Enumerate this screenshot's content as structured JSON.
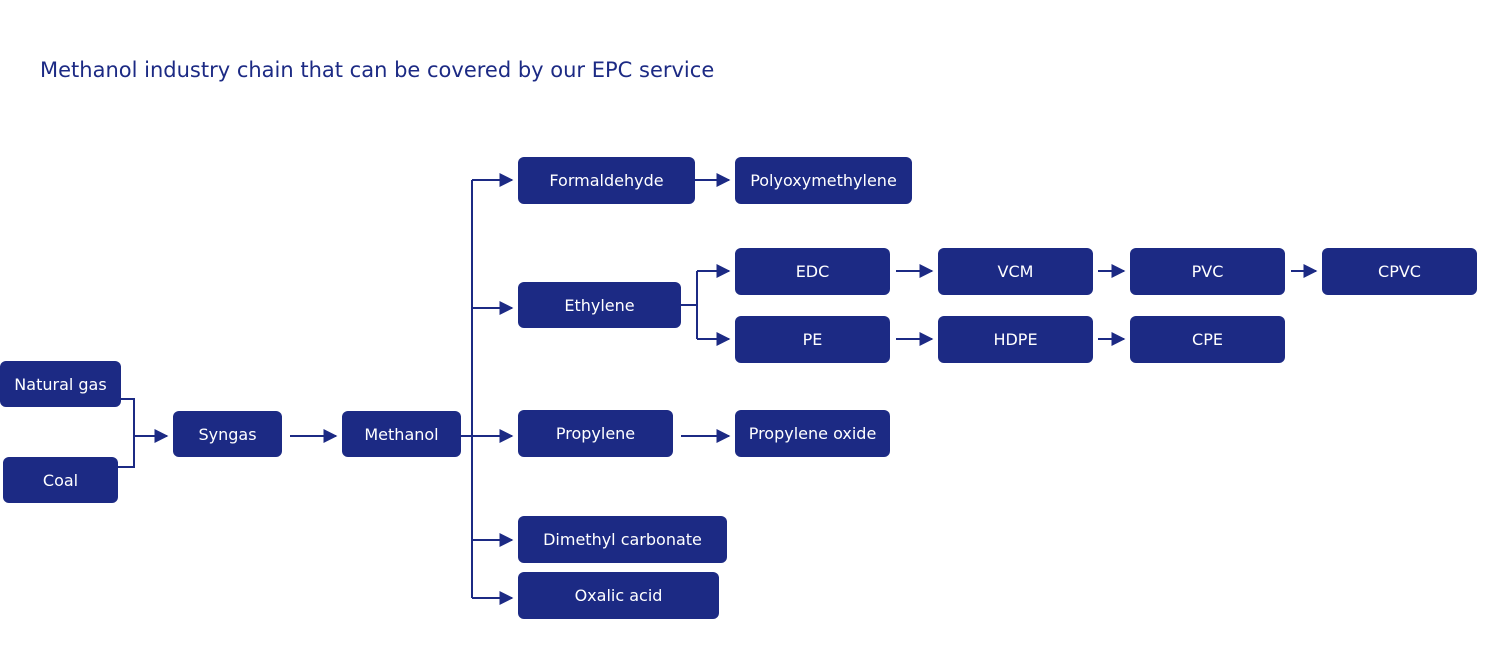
{
  "title": "Methanol industry chain that can be covered by our EPC service",
  "colors": {
    "primary": "#1c2a84",
    "text_on_primary": "#ffffff",
    "background": "#ffffff"
  },
  "nodes": {
    "natural_gas": "Natural gas",
    "coal": "Coal",
    "syngas": "Syngas",
    "methanol": "Methanol",
    "formaldehyde": "Formaldehyde",
    "polyoxymethylene": "Polyoxymethylene",
    "ethylene": "Ethylene",
    "edc": "EDC",
    "vcm": "VCM",
    "pvc": "PVC",
    "cpvc": "CPVC",
    "pe": "PE",
    "hdpe": "HDPE",
    "cpe": "CPE",
    "propylene": "Propylene",
    "propylene_oxide": "Propylene oxide",
    "dimethyl_carbonate": "Dimethyl carbonate",
    "oxalic_acid": "Oxalic acid"
  },
  "edges": [
    [
      "natural_gas",
      "syngas"
    ],
    [
      "coal",
      "syngas"
    ],
    [
      "syngas",
      "methanol"
    ],
    [
      "methanol",
      "formaldehyde"
    ],
    [
      "methanol",
      "ethylene"
    ],
    [
      "methanol",
      "propylene"
    ],
    [
      "methanol",
      "dimethyl_carbonate"
    ],
    [
      "methanol",
      "oxalic_acid"
    ],
    [
      "formaldehyde",
      "polyoxymethylene"
    ],
    [
      "ethylene",
      "edc"
    ],
    [
      "ethylene",
      "pe"
    ],
    [
      "edc",
      "vcm"
    ],
    [
      "vcm",
      "pvc"
    ],
    [
      "pvc",
      "cpvc"
    ],
    [
      "pe",
      "hdpe"
    ],
    [
      "hdpe",
      "cpe"
    ],
    [
      "propylene",
      "propylene_oxide"
    ]
  ]
}
